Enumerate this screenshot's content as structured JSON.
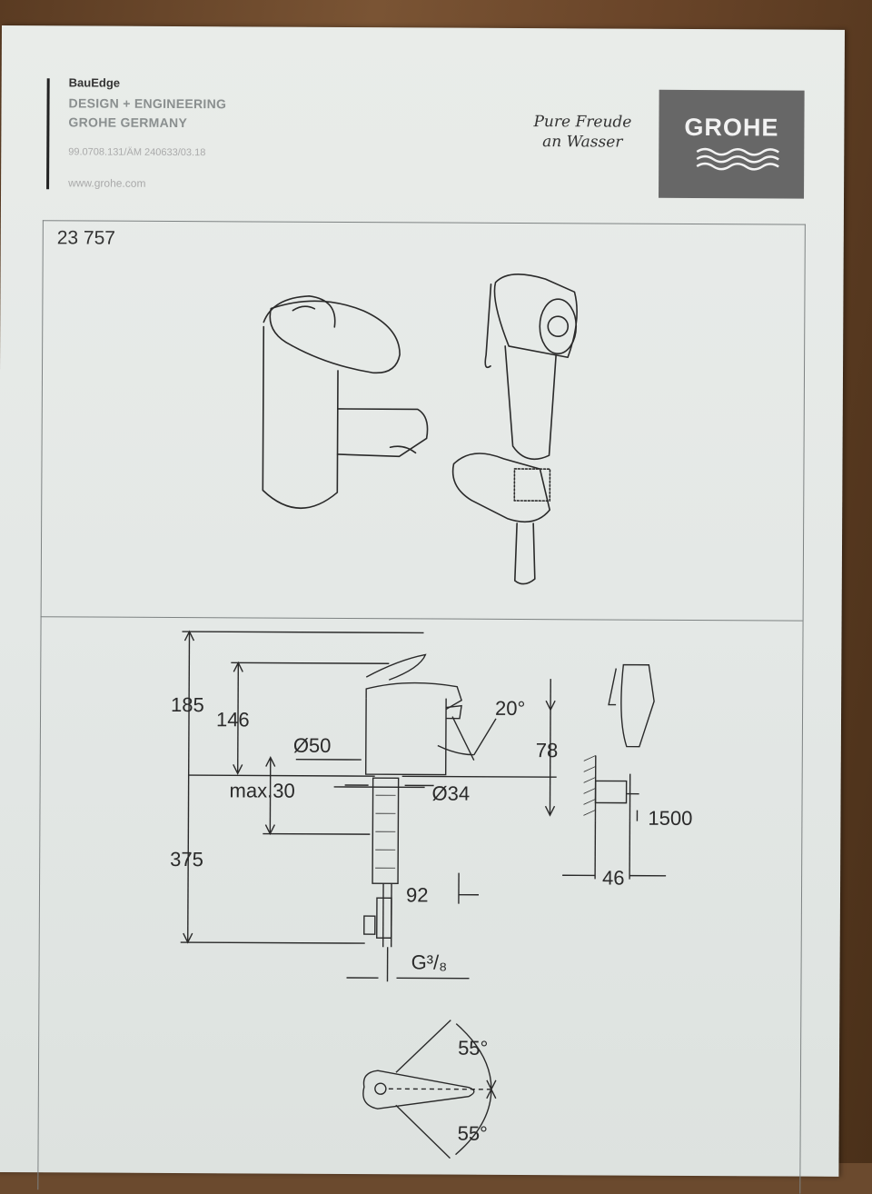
{
  "header": {
    "brand": "BauEdge",
    "line1": "DESIGN + ENGINEERING",
    "line2": "GROHE GERMANY",
    "doc_number": "99.0708.131/ÄM 240633/03.18",
    "website": "www.grohe.com",
    "slogan_line1": "Pure Freude",
    "slogan_line2": "an Wasser",
    "logo_text": "GROHE"
  },
  "model_number": "23 757",
  "dimensions": {
    "d185": "185",
    "d146": "146",
    "d50": "Ø50",
    "dmax30": "max.30",
    "d34": "Ø34",
    "d20deg": "20°",
    "d78": "78",
    "d375": "375",
    "d92": "92",
    "dg38": "G³/₈",
    "d1500": "1500",
    "d46": "46",
    "d55a": "55°",
    "d55b": "55°"
  },
  "colors": {
    "paper": "#e6e9e7",
    "logo_bg": "#676767",
    "line": "#2a2a2a"
  }
}
